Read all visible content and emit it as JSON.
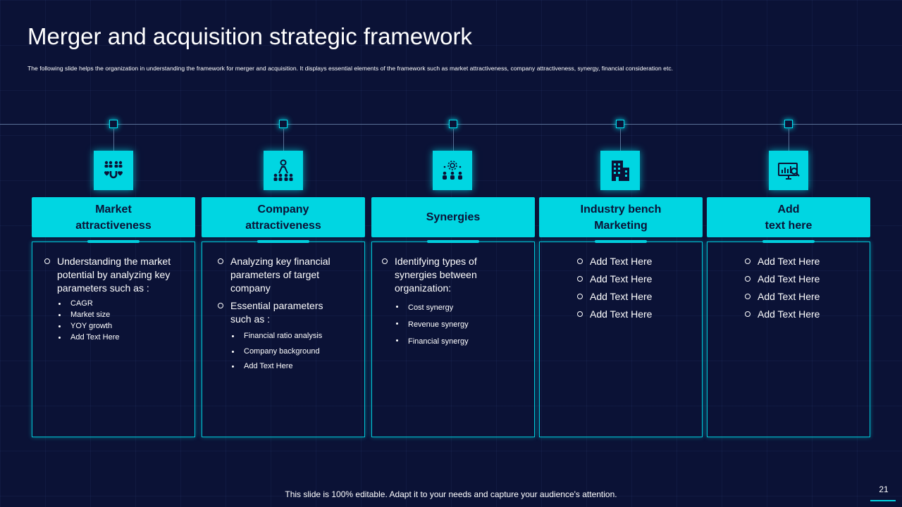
{
  "slide": {
    "title": "Merger and acquisition strategic framework",
    "subtitle": "The following slide helps the organization in understanding the framework for merger and acquisition. It displays essential elements of the framework such as market attractiveness, company attractiveness, synergy, financial consideration etc.",
    "footer": "This slide is 100% editable. Adapt it to your needs and capture your audience's attention.",
    "page_number": "21"
  },
  "colors": {
    "background": "#0b1236",
    "accent": "#00d6e2",
    "line": "#5a7096"
  },
  "columns": [
    {
      "icon": "people-magnet-icon",
      "heading": "Market\nattractiveness",
      "items": [
        {
          "text": "Understanding the market potential by analyzing key parameters such as :",
          "bullets": [
            "CAGR",
            "Market size",
            "YOY growth",
            "Add Text Here"
          ]
        }
      ]
    },
    {
      "icon": "leader-team-icon",
      "heading": "Company\nattractiveness",
      "items": [
        {
          "text": "Analyzing key financial parameters of target company",
          "bullets": []
        },
        {
          "text": "Essential parameters such as :",
          "bullets": [
            "Financial ratio analysis",
            "Company background",
            "Add Text Here"
          ]
        }
      ]
    },
    {
      "icon": "team-gear-icon",
      "heading": "Synergies",
      "items": [
        {
          "text": "Identifying types of synergies between organization:",
          "bullets": [
            "Cost synergy",
            "Revenue synergy",
            "Financial synergy"
          ]
        }
      ]
    },
    {
      "icon": "office-building-icon",
      "heading": "Industry bench\nMarketing",
      "items": [
        {
          "text": "Add Text Here",
          "bullets": []
        },
        {
          "text": "Add Text Here",
          "bullets": []
        },
        {
          "text": "Add Text Here",
          "bullets": []
        },
        {
          "text": "Add Text Here",
          "bullets": []
        }
      ]
    },
    {
      "icon": "monitor-analytics-icon",
      "heading": "Add\ntext here",
      "items": [
        {
          "text": "Add Text Here",
          "bullets": []
        },
        {
          "text": "Add Text Here",
          "bullets": []
        },
        {
          "text": "Add Text Here",
          "bullets": []
        },
        {
          "text": "Add Text Here",
          "bullets": []
        }
      ]
    }
  ]
}
